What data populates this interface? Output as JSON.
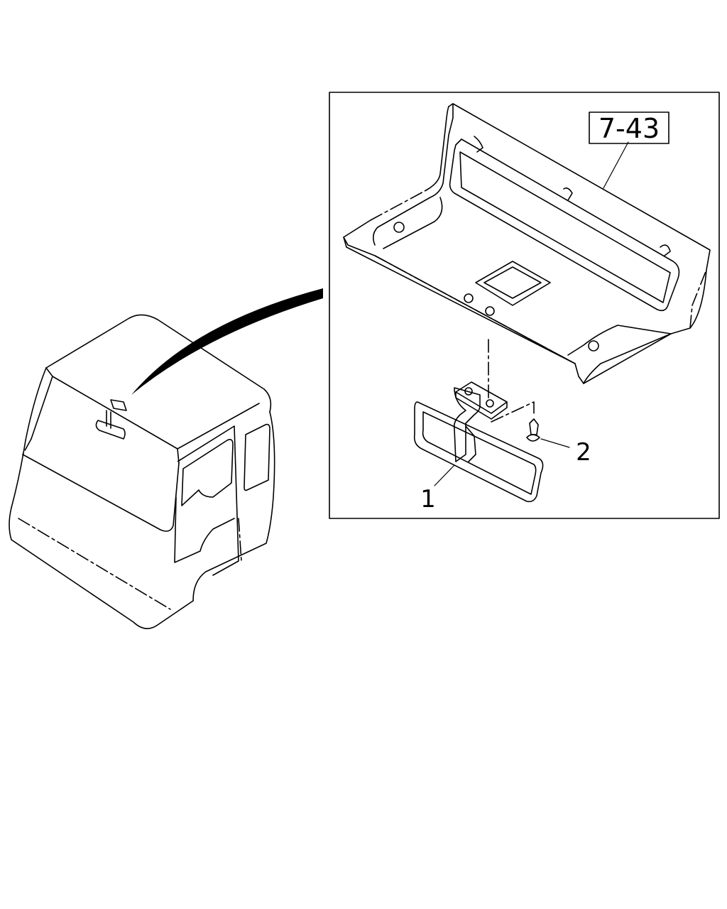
{
  "diagram": {
    "reference_label": "7-43",
    "callouts": [
      {
        "number": "1",
        "part": "rear-view-mirror"
      },
      {
        "number": "2",
        "part": "screw"
      }
    ]
  }
}
